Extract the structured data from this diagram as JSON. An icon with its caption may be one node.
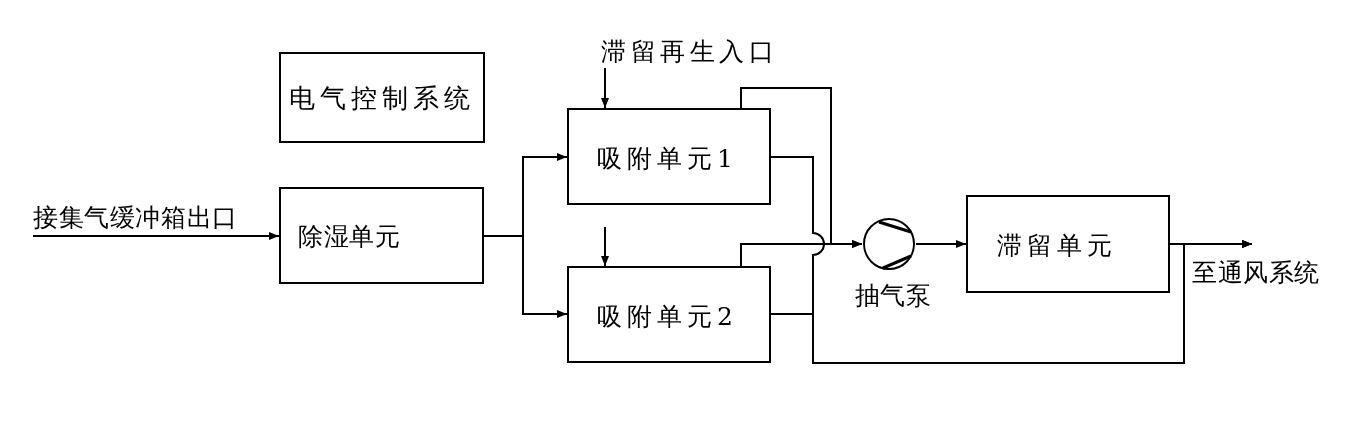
{
  "diagram": {
    "nodes": [
      {
        "text": [
          "电气控制系统"
        ]
      },
      {
        "text": [
          "接集气缓冲箱出口"
        ]
      },
      {
        "text": [
          "除湿单元"
        ]
      },
      {
        "text": [
          "滞留再生入口"
        ]
      },
      {
        "text": [
          "吸附单元1"
        ]
      },
      {
        "text": [
          "吸附单元2"
        ]
      },
      {
        "text": [],
        "shape": "circle",
        "beside": [
          "抽气泵"
        ]
      },
      {
        "text": [
          "滞留单元"
        ]
      },
      {
        "text": [
          "至通风系统"
        ]
      }
    ],
    "edges": [
      {
        "from": 1,
        "to": 2,
        "arrow": "to"
      },
      {
        "from": 2,
        "to": 4,
        "arrow": "to"
      },
      {
        "from": 2,
        "to": 5,
        "arrow": "to"
      },
      {
        "from": 3,
        "to": 4,
        "arrow": "to"
      },
      {
        "from": null,
        "to": 5,
        "arrow": "to"
      },
      {
        "from": 4,
        "to": 6,
        "arrow": "to"
      },
      {
        "from": 5,
        "to": 6,
        "arrow": "to"
      },
      {
        "from": 6,
        "to": 7,
        "arrow": "to"
      },
      {
        "from": 7,
        "to": 8,
        "arrow": "to"
      },
      {
        "from": 4,
        "to": 8,
        "arrow": "to"
      },
      {
        "from": 5,
        "to": 8,
        "arrow": "to"
      }
    ]
  }
}
